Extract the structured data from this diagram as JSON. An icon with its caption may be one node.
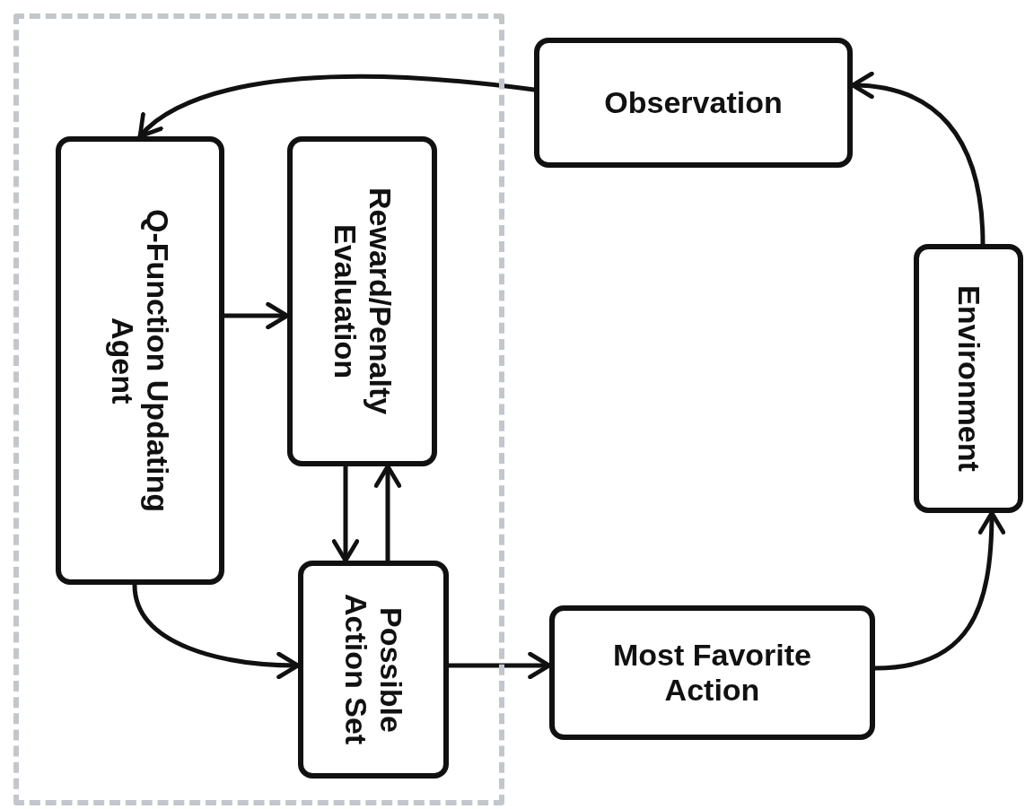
{
  "diagram": {
    "nodes": [
      {
        "text": [],
        "shape": "box"
      },
      {
        "text": [
          "Q-Function Updating Agent"
        ],
        "in": 0
      },
      {
        "text": [
          "Reward/Penalty Evaluation"
        ],
        "in": 0
      },
      {
        "text": [
          "Possible Action Set"
        ],
        "in": 0
      },
      {
        "text": [
          "Observation"
        ]
      },
      {
        "text": [
          "Environment"
        ]
      },
      {
        "text": [
          "Most Favorite Action"
        ]
      }
    ],
    "edges": [
      {
        "from": 4,
        "to": 1,
        "arrow": "to"
      },
      {
        "from": 1,
        "to": 2,
        "arrow": "to"
      },
      {
        "from": 2,
        "to": 3,
        "arrow": "to"
      },
      {
        "from": 3,
        "to": 2,
        "arrow": "to"
      },
      {
        "from": 1,
        "to": 3,
        "arrow": "to"
      },
      {
        "from": 3,
        "to": 6,
        "arrow": "to"
      },
      {
        "from": 6,
        "to": 5,
        "arrow": "to"
      },
      {
        "from": 5,
        "to": 4,
        "arrow": "to"
      }
    ]
  }
}
